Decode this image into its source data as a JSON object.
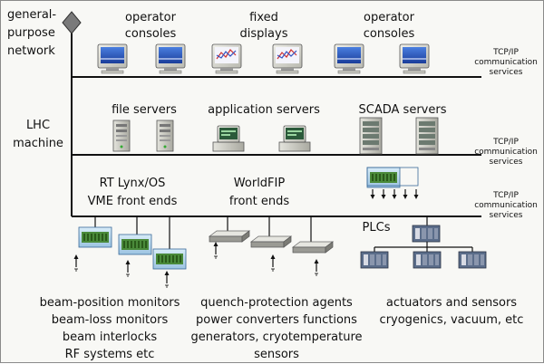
{
  "left_labels": {
    "network": [
      "general-",
      "purpose",
      "network"
    ],
    "machine": [
      "LHC",
      "machine"
    ]
  },
  "service_label": [
    "TCP/IP",
    "communication",
    "services"
  ],
  "tier1": {
    "operator_consoles_a": [
      "operator",
      "consoles"
    ],
    "fixed_displays": [
      "fixed",
      "displays"
    ],
    "operator_consoles_b": [
      "operator",
      "consoles"
    ]
  },
  "tier2": {
    "file_servers": "file servers",
    "application_servers": "application servers",
    "scada_servers": "SCADA servers"
  },
  "tier3": {
    "rt_lynx": [
      "RT Lynx/OS",
      "VME front ends"
    ],
    "worldfip": [
      "WorldFIP",
      "front ends"
    ],
    "plcs": "PLCs"
  },
  "equipment": {
    "left": [
      "beam-position monitors",
      "beam-loss monitors",
      "beam interlocks",
      "RF systems etc"
    ],
    "middle": [
      "quench-protection agents",
      "power converters functions",
      "generators, cryotemperature",
      "sensors"
    ],
    "right": [
      "actuators and sensors",
      "cryogenics, vacuum, etc"
    ]
  },
  "colors": {
    "bus": "#111111",
    "screen": "#1f4fb0",
    "server": "#cfcfc8",
    "vme_bg": "#b8d8ee",
    "plc": "#3a4a63"
  }
}
